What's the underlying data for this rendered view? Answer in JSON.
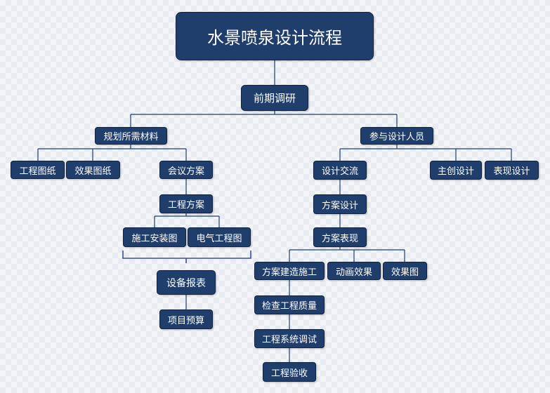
{
  "title": "水景喷泉设计流程",
  "phase": "前期调研",
  "left": {
    "label": "规划所需材料",
    "drawings": [
      "工程图纸",
      "效果图纸"
    ],
    "meeting": "会议方案",
    "project_plan": "工程方案",
    "plans": [
      "施工安装图",
      "电气工程图"
    ],
    "equipment_report": "设备报表",
    "budget": "项目预算"
  },
  "right": {
    "label": "参与设计人员",
    "exchange": "设计交流",
    "designers": [
      "主创设计",
      "表现设计"
    ],
    "scheme_design": "方案设计",
    "scheme_presentation": "方案表现",
    "outputs": [
      "方案建造施工",
      "动画效果",
      "效果图"
    ],
    "inspection": "检查工程质量",
    "debugging": "工程系统调试",
    "acceptance": "工程验收"
  },
  "colors": {
    "node_fill": "#1f3e6b",
    "connector": "#1f3e6b",
    "bracket": "#3b4f9a",
    "text": "#ffffff"
  }
}
